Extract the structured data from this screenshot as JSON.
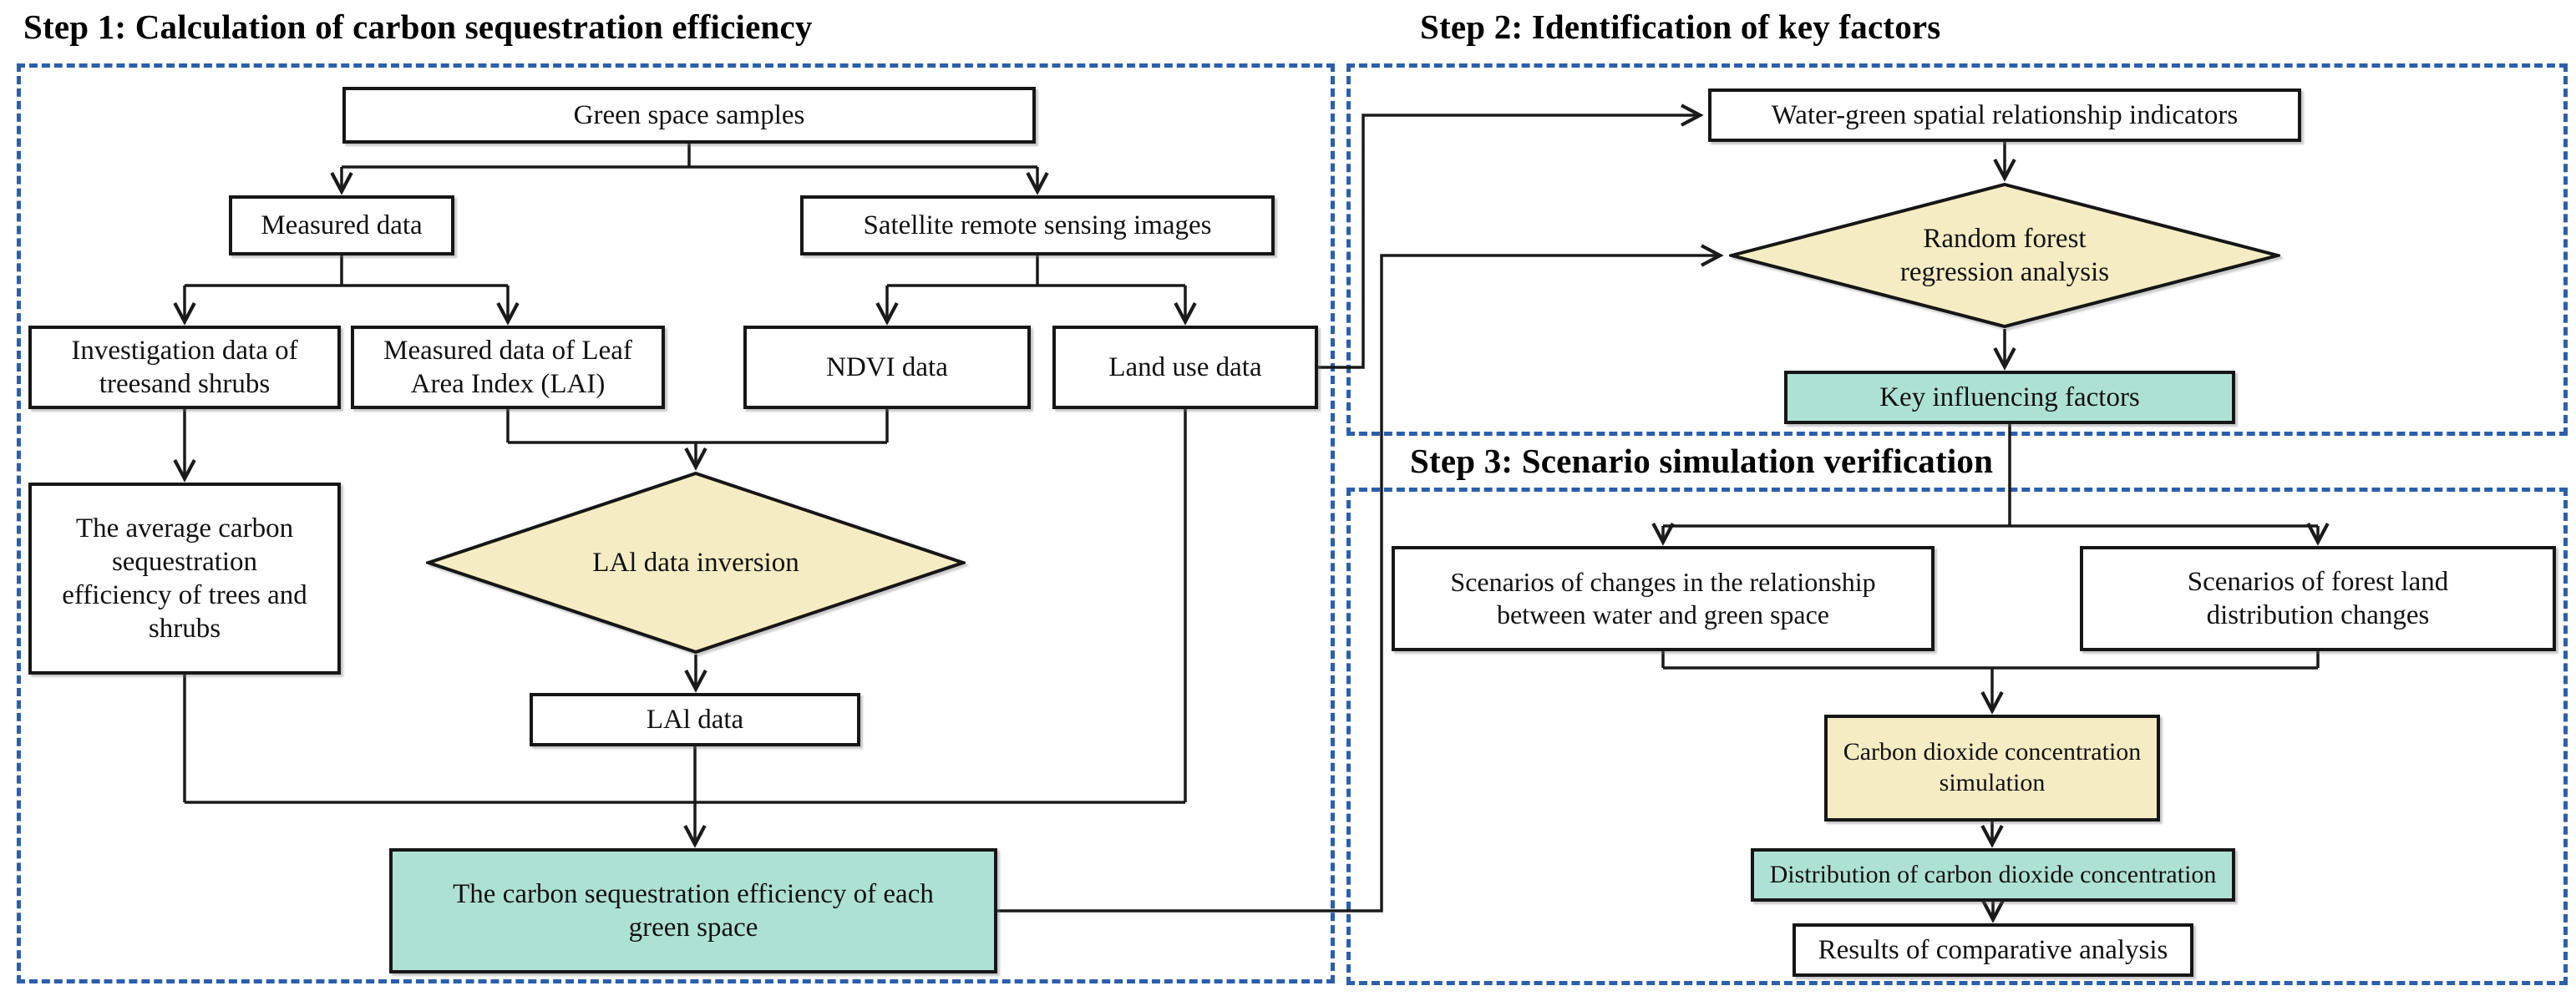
{
  "colors": {
    "diamond_fill": "#F5ECC3",
    "highlight_fill": "#AEE1D5",
    "panel_border": "#2B5FAD",
    "line": "#1A1A1A"
  },
  "step1": {
    "title": "Step 1: Calculation of carbon sequestration efficiency",
    "nodes": {
      "green_space_samples": "Green space samples",
      "measured_data": "Measured data",
      "satellite_images": "Satellite remote sensing images",
      "investigation_data": "Investigation data of\ntreesand shrubs",
      "lai_measured": "Measured data of Leaf\nArea Index (LAI)",
      "ndvi_data": "NDVI data",
      "land_use_data": "Land use data",
      "avg_carbon": "The average carbon\nsequestration\nefficiency of trees and\nshrubs",
      "lai_inversion": "LAl data inversion",
      "lai_data": "LAl data",
      "efficiency_each": "The carbon sequestration efficiency of each\ngreen space"
    }
  },
  "step2": {
    "title": "Step 2: Identification of key factors",
    "nodes": {
      "water_green_indicators": "Water-green spatial relationship indicators",
      "random_forest": "Random forest\nregression analysis",
      "key_factors": "Key influencing factors"
    }
  },
  "step3": {
    "title": "Step 3: Scenario simulation verification",
    "nodes": {
      "scenario_water_green": "Scenarios of changes in the relationship\nbetween water and green space",
      "scenario_forest": "Scenarios of forest land\ndistribution changes",
      "co2_simulation": "Carbon dioxide concentration\nsimulation",
      "co2_distribution": "Distribution of carbon dioxide concentration",
      "comparative_results": "Results of comparative analysis"
    }
  }
}
